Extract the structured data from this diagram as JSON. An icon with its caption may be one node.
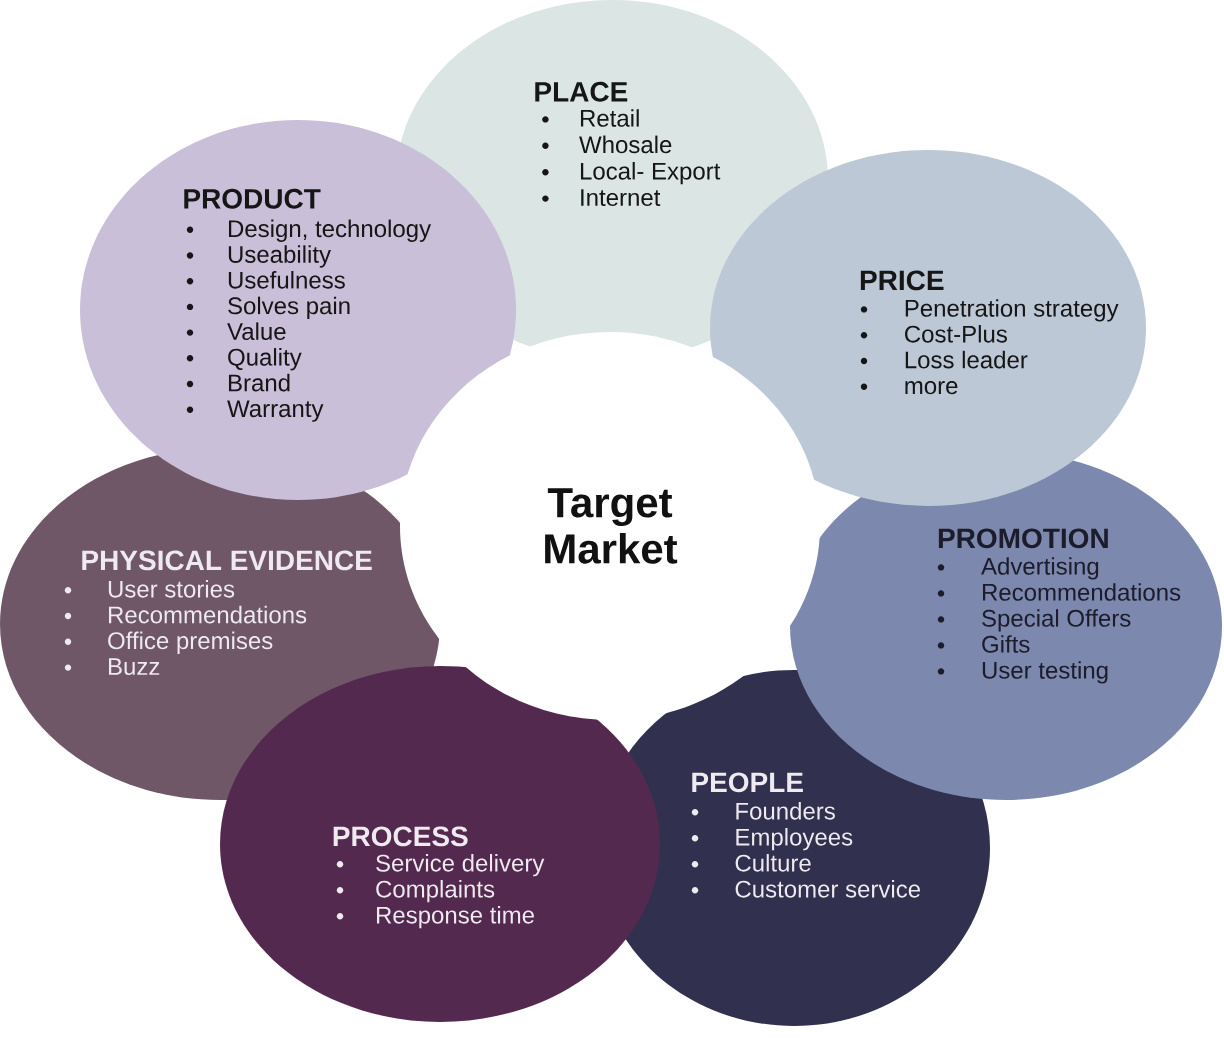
{
  "diagram": {
    "nodes": [
      {
        "text": [
          "PLACE",
          "Retail",
          "Whosale",
          "Local- Export",
          "Internet"
        ]
      },
      {
        "text": [
          "PRODUCT",
          "Design, technology",
          "Useability",
          "Usefulness",
          "Solves pain",
          "Value",
          "Quality",
          "Brand",
          "Warranty"
        ]
      },
      {
        "text": [
          "PRICE",
          "Penetration strategy",
          "Cost-Plus",
          "Loss leader",
          "more"
        ]
      },
      {
        "text": [
          "Target Market"
        ]
      },
      {
        "text": [
          "PHYSICAL EVIDENCE",
          "User stories",
          "Recommendations",
          "Office premises",
          "Buzz"
        ]
      },
      {
        "text": [
          "PROMOTION",
          "Advertising",
          "Recommendations",
          "Special Offers",
          "Gifts",
          "User testing"
        ]
      },
      {
        "text": [
          "PROCESS",
          "Service delivery",
          "Complaints",
          "Response time"
        ]
      },
      {
        "text": [
          "PEOPLE",
          "Founders",
          "Employees",
          "Culture",
          "Customer service"
        ]
      }
    ]
  }
}
